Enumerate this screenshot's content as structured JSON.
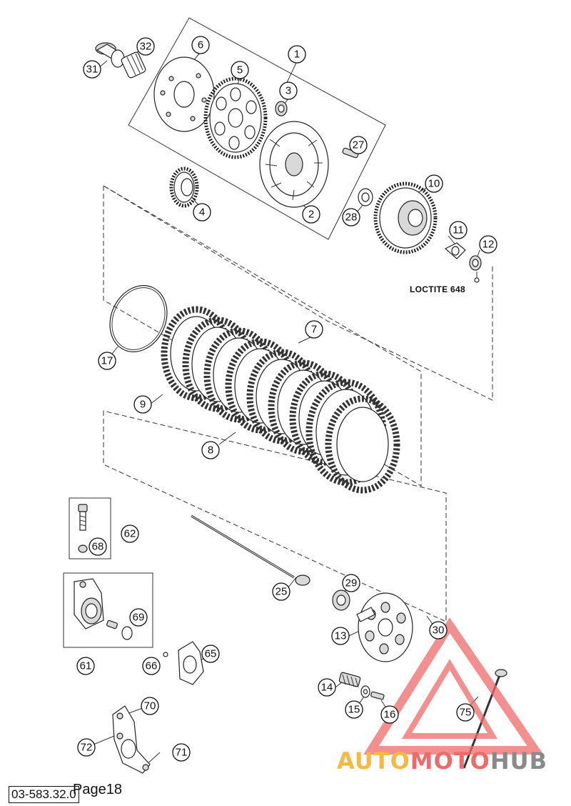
{
  "callouts": [
    {
      "id": "c1",
      "label": "1"
    },
    {
      "id": "c2",
      "label": "2"
    },
    {
      "id": "c3",
      "label": "3"
    },
    {
      "id": "c4",
      "label": "4"
    },
    {
      "id": "c5",
      "label": "5"
    },
    {
      "id": "c6",
      "label": "6"
    },
    {
      "id": "c7",
      "label": "7"
    },
    {
      "id": "c8",
      "label": "8"
    },
    {
      "id": "c9",
      "label": "9"
    },
    {
      "id": "c10",
      "label": "10"
    },
    {
      "id": "c11",
      "label": "11"
    },
    {
      "id": "c12",
      "label": "12"
    },
    {
      "id": "c13",
      "label": "13"
    },
    {
      "id": "c14",
      "label": "14"
    },
    {
      "id": "c15",
      "label": "15"
    },
    {
      "id": "c16",
      "label": "16"
    },
    {
      "id": "c17",
      "label": "17"
    },
    {
      "id": "c25",
      "label": "25"
    },
    {
      "id": "c27",
      "label": "27"
    },
    {
      "id": "c28",
      "label": "28"
    },
    {
      "id": "c29",
      "label": "29"
    },
    {
      "id": "c30",
      "label": "30"
    },
    {
      "id": "c31",
      "label": "31"
    },
    {
      "id": "c32",
      "label": "32"
    },
    {
      "id": "c61",
      "label": "61"
    },
    {
      "id": "c62",
      "label": "62"
    },
    {
      "id": "c65",
      "label": "65"
    },
    {
      "id": "c66",
      "label": "66"
    },
    {
      "id": "c68",
      "label": "68"
    },
    {
      "id": "c69",
      "label": "69"
    },
    {
      "id": "c70",
      "label": "70"
    },
    {
      "id": "c71",
      "label": "71"
    },
    {
      "id": "c72",
      "label": "72"
    },
    {
      "id": "c75",
      "label": "75"
    }
  ],
  "annotation": "LOCTITE 648",
  "footer": {
    "code": "03-583.32.0",
    "page": "Page18"
  },
  "watermark": {
    "part1": "AUTO",
    "part2": "MOTO",
    "part3": "HUB"
  },
  "colors": {
    "watermark_red": "#ef6a6a",
    "watermark_orange": "#f7b844",
    "watermark_grey": "#8a8a8a"
  }
}
